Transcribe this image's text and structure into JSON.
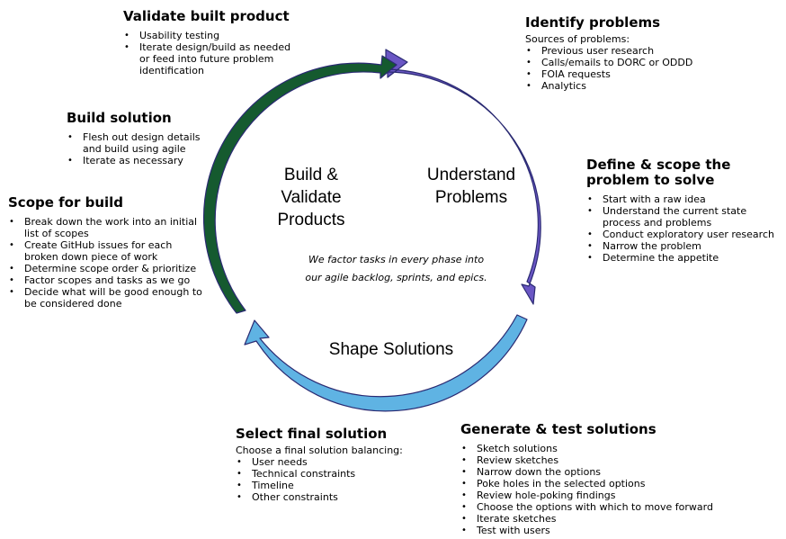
{
  "colors": {
    "understand": "#6a56c4",
    "shape": "#5fb3e3",
    "build": "#155a2f",
    "outline": "#2a2a72"
  },
  "phases": {
    "understand": "Understand\nProblems",
    "build": "Build &\nValidate\nProducts",
    "shape": "Shape Solutions"
  },
  "note": "We factor tasks in every phase into our agile backlog, sprints, and epics.",
  "blocks": {
    "validate": {
      "title": "Validate built product",
      "items": [
        "Usability testing",
        "Iterate design/build as needed or feed into future problem identification"
      ]
    },
    "identify": {
      "title": "Identify problems",
      "intro": "Sources of problems:",
      "items": [
        "Previous user research",
        "Calls/emails to DORC or ODDD",
        "FOIA requests",
        "Analytics"
      ]
    },
    "build_solution": {
      "title": "Build solution",
      "items": [
        "Flesh out design details and build using agile",
        "Iterate as necessary"
      ]
    },
    "define": {
      "title": "Define & scope the problem to solve",
      "items": [
        "Start with a raw idea",
        "Understand the current state process and problems",
        "Conduct exploratory user research",
        "Narrow the problem",
        "Determine the appetite"
      ]
    },
    "scope_build": {
      "title": "Scope for build",
      "items": [
        "Break down the work into an initial list of scopes",
        "Create GitHub issues for each broken down piece of work",
        "Determine scope order & prioritize",
        "Factor scopes and tasks as we go",
        "Decide what will be good enough to be considered done"
      ]
    },
    "select": {
      "title": "Select final solution",
      "intro": "Choose a final solution balancing:",
      "items": [
        "User needs",
        "Technical constraints",
        "Timeline",
        "Other constraints"
      ]
    },
    "generate": {
      "title": "Generate & test solutions",
      "items": [
        "Sketch solutions",
        "Review sketches",
        "Narrow down the options",
        "Poke holes in the selected options",
        "Review hole-poking findings",
        "Choose the options with which to move forward",
        "Iterate sketches",
        "Test with users"
      ]
    }
  }
}
